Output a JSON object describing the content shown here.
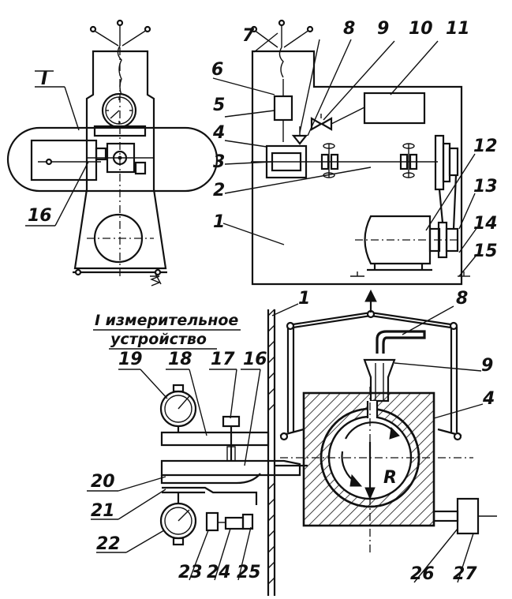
{
  "labels": {
    "n1": "1",
    "n2": "2",
    "n3": "3",
    "n4": "4",
    "n5": "5",
    "n6": "6",
    "n7": "7",
    "n8": "8",
    "n9": "9",
    "n10": "10",
    "n11": "11",
    "n12": "12",
    "n13": "13",
    "n14": "14",
    "n15": "15",
    "n16": "16",
    "n17": "17",
    "n18": "18",
    "n19": "19",
    "n20": "20",
    "n21": "21",
    "n22": "22",
    "n23": "23",
    "n24": "24",
    "n25": "25",
    "n26": "26",
    "n27": "27",
    "section_mark": "I",
    "caption_line1": "I измерительное",
    "caption_line2": "устройство",
    "force_label": "R"
  }
}
